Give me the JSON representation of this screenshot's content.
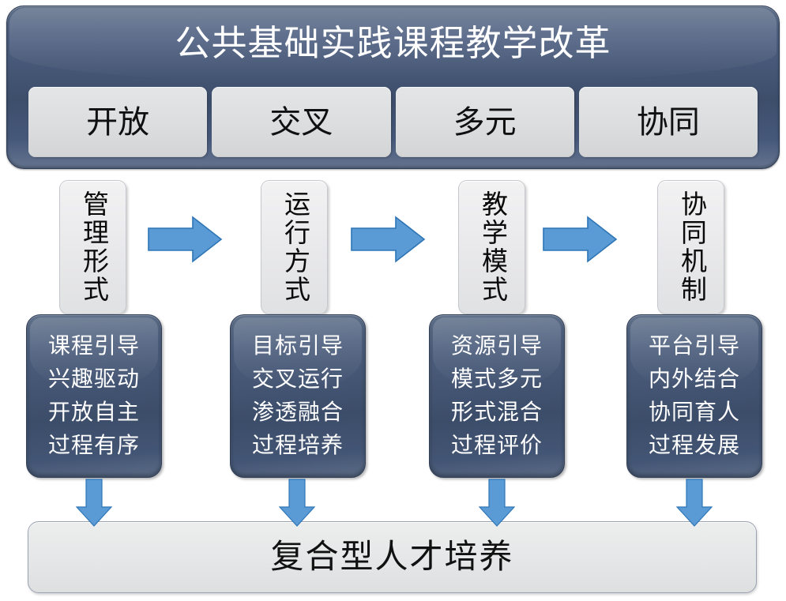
{
  "header": {
    "title": "公共基础实践课程教学改革",
    "tags": [
      {
        "label": "开放"
      },
      {
        "label": "交叉"
      },
      {
        "label": "多元"
      },
      {
        "label": "协同"
      }
    ],
    "panel_color": "#445674",
    "tag_color": "#dcdddf"
  },
  "stages": [
    {
      "label": "管理形式",
      "detail_lines": "课程引导\n兴趣驱动\n开放自主\n过程有序",
      "detail": [
        "课程引导",
        "兴趣驱动",
        "开放自主",
        "过程有序"
      ]
    },
    {
      "label": "运行方式",
      "detail_lines": "目标引导\n交叉运行\n渗透融合\n过程培养",
      "detail": [
        "目标引导",
        "交叉运行",
        "渗透融合",
        "过程培养"
      ]
    },
    {
      "label": "教学模式",
      "detail_lines": "资源引导\n模式多元\n形式混合\n过程评价",
      "detail": [
        "资源引导",
        "模式多元",
        "形式混合",
        "过程评价"
      ]
    },
    {
      "label": "协同机制",
      "detail_lines": "平台引导\n内外结合\n协同育人\n过程发展",
      "detail": [
        "平台引导",
        "内外结合",
        "协同育人",
        "过程发展"
      ]
    }
  ],
  "connectors": {
    "arrow_fill": "#5B9BD5",
    "arrow_stroke": "#2E75B6",
    "right_arrow_count": 3,
    "down_arrow_count": 4
  },
  "footer": {
    "label": "复合型人才培养",
    "color": "#e6e7e8"
  }
}
